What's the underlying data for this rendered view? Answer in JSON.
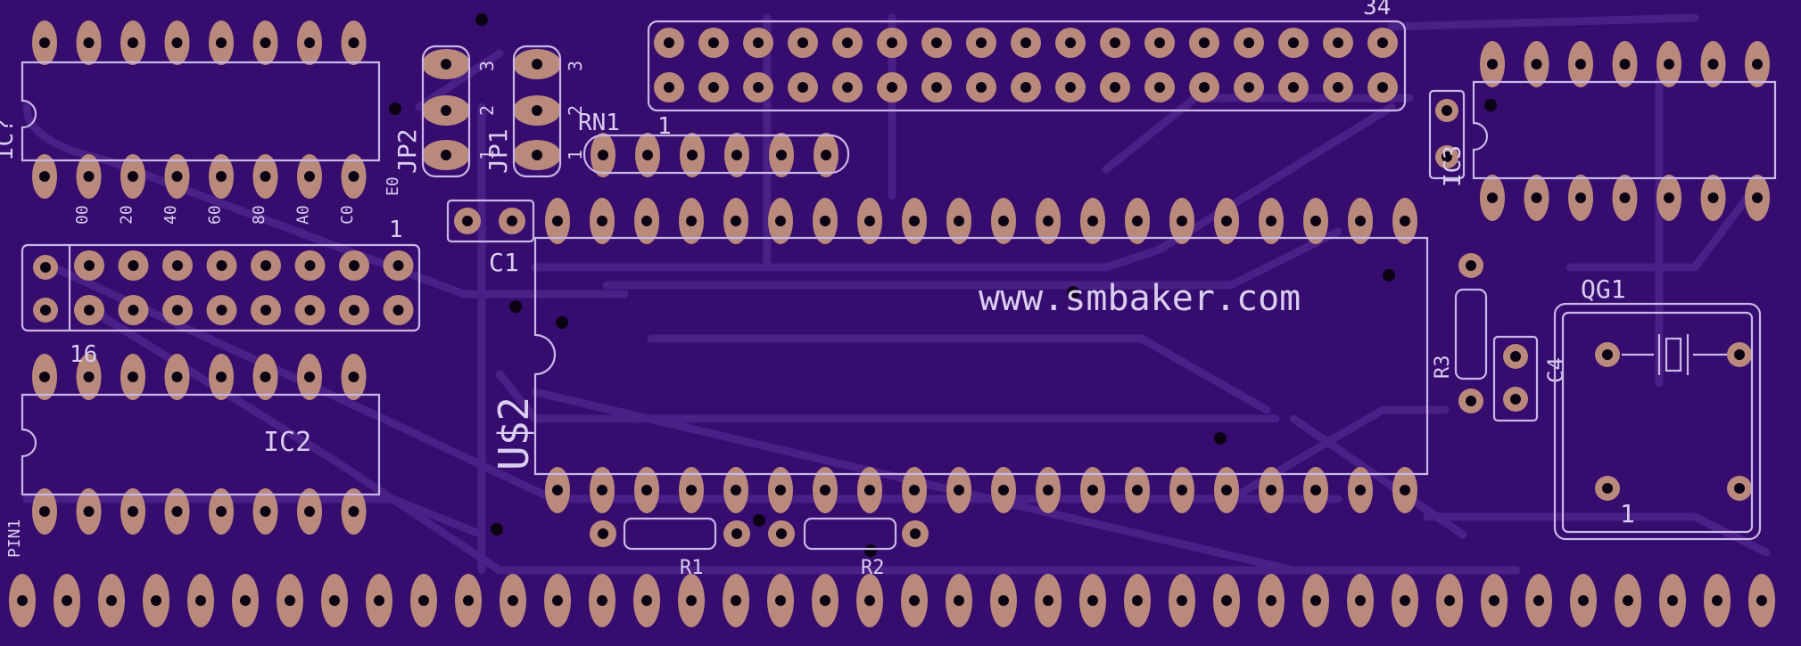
{
  "board": {
    "background": "#360c6e",
    "silkscreen_color": "#c9b8e6",
    "pad_color": "#b98a7c",
    "watermark": "www.smbaker.com"
  },
  "labels": {
    "ic_left_top": "IC?",
    "jp2": "JP2",
    "jp1": "JP1",
    "jp2_pin3": "3",
    "jp2_pin2": "2",
    "jp2_pin1": "1",
    "jp1_pin3": "3",
    "jp1_pin2": "2",
    "jp1_pin1": "1",
    "e0": "E0",
    "addr": [
      "00",
      "20",
      "40",
      "60",
      "80",
      "A0",
      "C0"
    ],
    "header_34": "34",
    "rn1": "RN1",
    "rn1_pin1": "1",
    "ic_right": "IC3",
    "c1": "C1",
    "dip_header_pin1": "1",
    "dip_header_pin16": "16",
    "ic2": "IC2",
    "u2": "U$2",
    "pin1": "PIN1",
    "r1": "R1",
    "r2": "R2",
    "r3": "R3",
    "c4": "C4",
    "qg1": "QG1",
    "qg1_pin1": "1"
  }
}
